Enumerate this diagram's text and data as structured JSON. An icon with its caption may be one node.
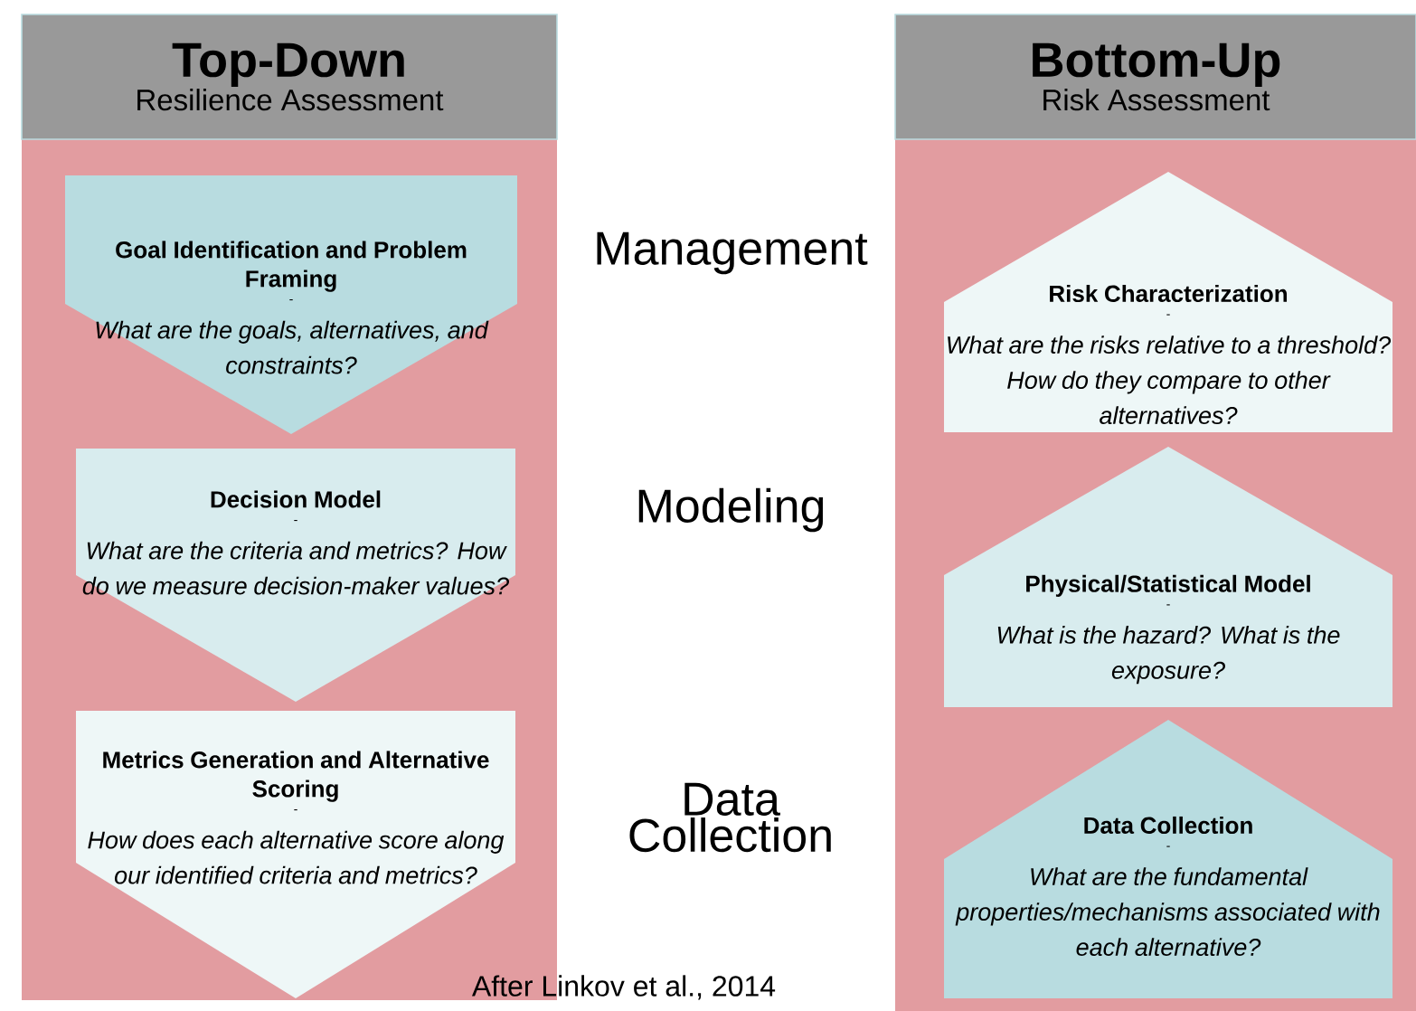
{
  "diagram": {
    "nodes": [
      {
        "text": [
          "Top-Down",
          "Resilience Assessment"
        ]
      },
      {
        "text": [
          "Goal Identification and Problem Framing",
          "-",
          "What are the goals, alternatives, and constraints?"
        ],
        "in": 0
      },
      {
        "text": [
          "Decision Model",
          "-",
          "What are the criteria and metrics? How do we  measure decision-maker values?"
        ],
        "in": 0
      },
      {
        "text": [
          "Metrics Generation and Alternative Scoring",
          "-",
          "How does each alternative score along our identified criteria and metrics?"
        ],
        "in": 0
      },
      {
        "text": [
          "Bottom-Up",
          "Risk Assessment"
        ]
      },
      {
        "text": [
          "Risk Characterization",
          "-",
          "What are the risks relative to a threshold? How do they compare to other alternatives?"
        ],
        "in": 4
      },
      {
        "text": [
          "Physical/Statistical Model",
          "-",
          "What is the hazard? What is the exposure?"
        ],
        "in": 4
      },
      {
        "text": [
          "Data Collection",
          "-",
          "What are the fundamental properties/mechanisms associated with each alternative?"
        ],
        "in": 4
      }
    ],
    "edges": [],
    "labels": [
      "Management",
      "Modeling",
      "Data Collection",
      "After Linkov et al., 2014"
    ]
  }
}
